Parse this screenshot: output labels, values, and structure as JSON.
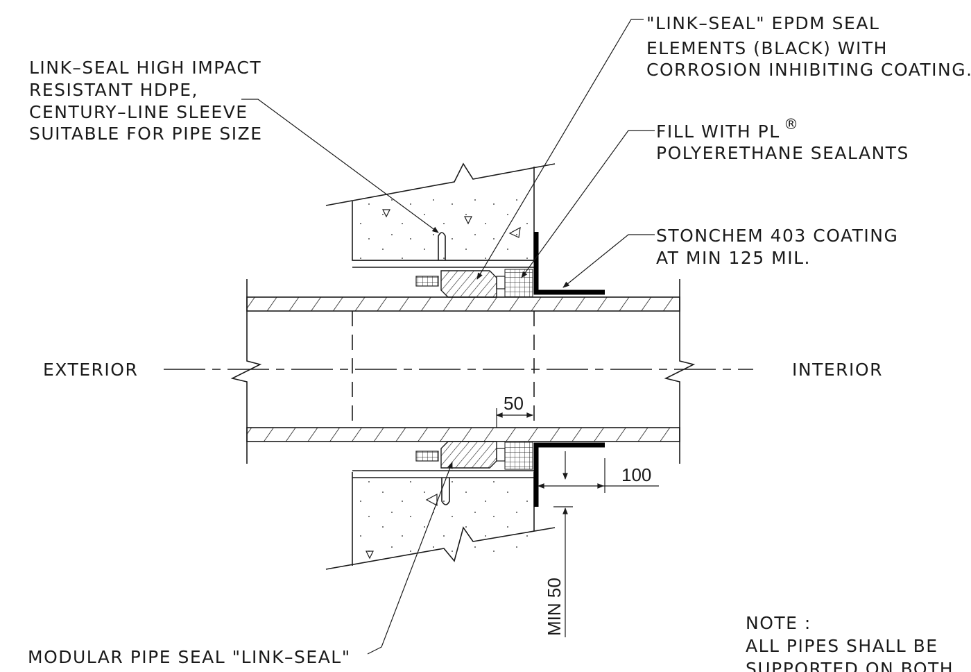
{
  "labels": {
    "sleeve_callout": [
      "LINK–SEAL HIGH IMPACT",
      "RESISTANT HDPE,",
      "CENTURY–LINE SLEEVE",
      "SUITABLE FOR PIPE SIZE"
    ],
    "epdm_callout": [
      "\"LINK–SEAL\" EPDM SEAL",
      "ELEMENTS (BLACK) WITH",
      "CORROSION INHIBITING COATING."
    ],
    "fill_callout": {
      "line1": "FILL WITH PL",
      "registered": "®",
      "line2": "POLYERETHANE SEALANTS"
    },
    "coating_callout": [
      "STONCHEM 403 COATING",
      "AT MIN 125 MIL."
    ],
    "exterior": "EXTERIOR",
    "interior": "INTERIOR",
    "modular_callout": "MODULAR PIPE SEAL \"LINK–SEAL\"",
    "note": [
      "NOTE :",
      "ALL PIPES SHALL BE",
      "SUPPORTED ON BOTH"
    ]
  },
  "dimensions": {
    "gap": "50",
    "flange": "100",
    "min_clearance": "MIN 50"
  }
}
